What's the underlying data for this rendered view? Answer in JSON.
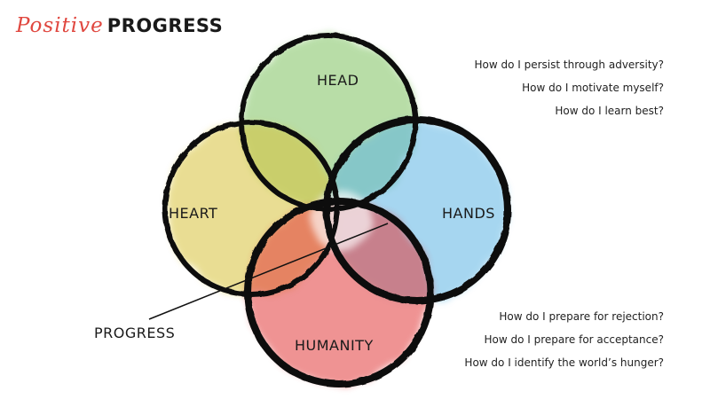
{
  "brand": {
    "script": "Positive",
    "bold": "PROGRESS"
  },
  "circles": {
    "head": {
      "label": "HEAD",
      "color": "#7fc361"
    },
    "heart": {
      "label": "HEART",
      "color": "#d8c33a"
    },
    "hands": {
      "label": "HANDS",
      "color": "#5fb6e4"
    },
    "humanity": {
      "label": "HUMANITY",
      "color": "#e23b3b"
    }
  },
  "center_label": "PROGRESS",
  "questions_top": [
    "How do I persist through adversity?",
    "How do I motivate myself?",
    "How do I learn best?"
  ],
  "questions_bottom": [
    "How do I prepare for rejection?",
    "How do I prepare for acceptance?",
    "How do I identify the world’s hunger?"
  ]
}
